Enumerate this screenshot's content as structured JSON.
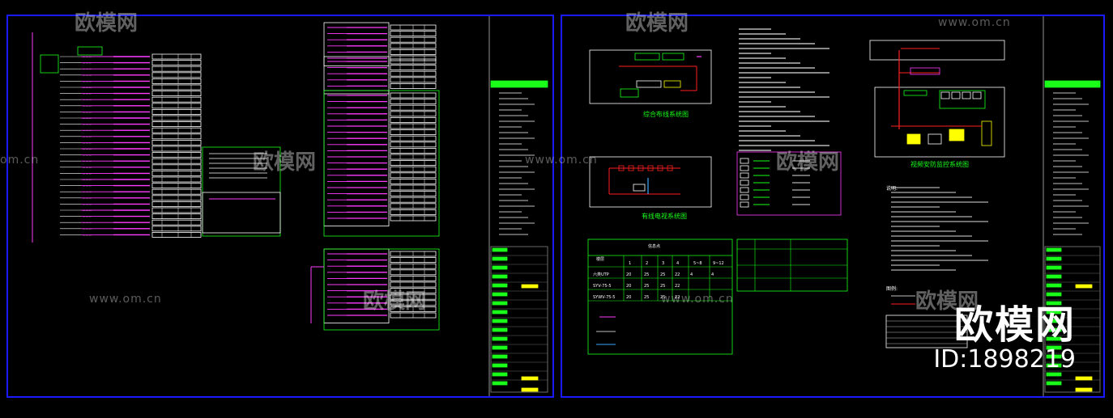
{
  "watermark": {
    "brand": "欧模网",
    "url": "www.om.cn",
    "url_partial": "om.cn"
  },
  "badge": {
    "brand": "欧模网",
    "id_text": "ID:1898219"
  },
  "drawing_captions": {
    "cabling_system": "综合布线系统图",
    "cable_tv_system": "有线电视系统图",
    "security_system": "视频安防监控系统图"
  },
  "tv_table": {
    "header_floor": "楼层",
    "header_points": "信息点",
    "cols": [
      "1",
      "2",
      "3",
      "4",
      "5~8",
      "9~12"
    ],
    "rows": [
      {
        "label": "六类UTP",
        "values": [
          "20",
          "25",
          "25",
          "22",
          "4",
          "4"
        ]
      },
      {
        "label": "SYV-75-5",
        "values": [
          "20",
          "25",
          "25",
          "22",
          "",
          ""
        ]
      },
      {
        "label": "SYWV-75-5",
        "values": [
          "20",
          "25",
          "25",
          "22",
          "",
          ""
        ]
      }
    ]
  },
  "notes_label": "说明:",
  "legend_label": "图例:",
  "colors": {
    "sheet_border": "#1a1aff",
    "line_green": "#19ff19",
    "line_magenta": "#ff3cff",
    "line_red": "#ff2020",
    "fill_yellow": "#ffff00",
    "text_white": "#ffffff"
  }
}
